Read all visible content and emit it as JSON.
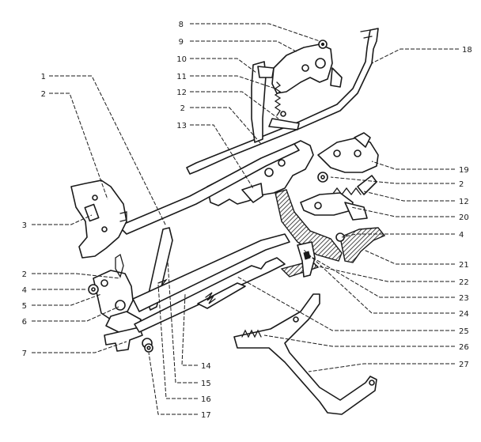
{
  "diagram": {
    "callouts": [
      {
        "id": "c8",
        "label": "8"
      },
      {
        "id": "c9",
        "label": "9"
      },
      {
        "id": "c18",
        "label": "18"
      },
      {
        "id": "c10",
        "label": "10"
      },
      {
        "id": "c11",
        "label": "11"
      },
      {
        "id": "c12a",
        "label": "12"
      },
      {
        "id": "c2a",
        "label": "2"
      },
      {
        "id": "c13",
        "label": "13"
      },
      {
        "id": "c1",
        "label": "1"
      },
      {
        "id": "c2b",
        "label": "2"
      },
      {
        "id": "c19",
        "label": "19"
      },
      {
        "id": "c2c",
        "label": "2"
      },
      {
        "id": "c12b",
        "label": "12"
      },
      {
        "id": "c20",
        "label": "20"
      },
      {
        "id": "c3",
        "label": "3"
      },
      {
        "id": "c4a",
        "label": "4"
      },
      {
        "id": "c21",
        "label": "21"
      },
      {
        "id": "c22",
        "label": "22"
      },
      {
        "id": "c2d",
        "label": "2"
      },
      {
        "id": "c4b",
        "label": "4"
      },
      {
        "id": "c23",
        "label": "23"
      },
      {
        "id": "c5",
        "label": "5"
      },
      {
        "id": "c6",
        "label": "6"
      },
      {
        "id": "c24",
        "label": "24"
      },
      {
        "id": "c25",
        "label": "25"
      },
      {
        "id": "c26",
        "label": "26"
      },
      {
        "id": "c7",
        "label": "7"
      },
      {
        "id": "c14",
        "label": "14"
      },
      {
        "id": "c27",
        "label": "27"
      },
      {
        "id": "c15",
        "label": "15"
      },
      {
        "id": "c16",
        "label": "16"
      },
      {
        "id": "c17",
        "label": "17"
      }
    ]
  }
}
